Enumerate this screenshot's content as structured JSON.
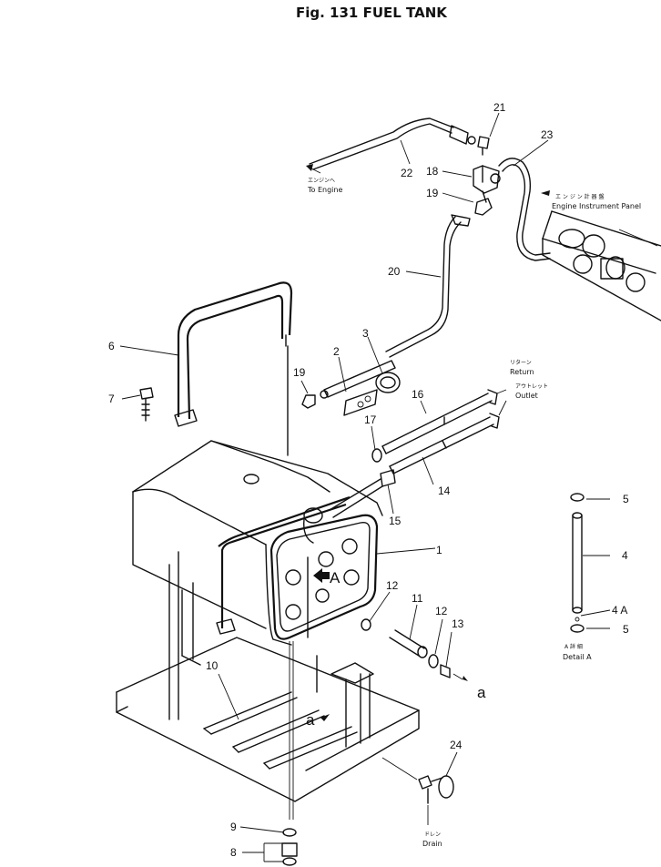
{
  "title": "Fig. 131   FUEL TANK",
  "part_numbers": {
    "p1": "1",
    "p2": "2",
    "p3": "3",
    "p4": "4",
    "p4a": "4 A",
    "p5a": "5",
    "p5b": "5",
    "p6": "6",
    "p7": "7",
    "p8": "8",
    "p9": "9",
    "p10": "10",
    "p11": "11",
    "p12a": "12",
    "p12b": "12",
    "p13": "13",
    "p14": "14",
    "p15": "15",
    "p16": "16",
    "p17": "17",
    "p18": "18",
    "p19a": "19",
    "p19b": "19",
    "p20": "20",
    "p21": "21",
    "p22": "22",
    "p23": "23",
    "p24": "24"
  },
  "labels": {
    "to_engine_jp": "エンジンへ",
    "to_engine": "To Engine",
    "engine_panel_jp": "エ ン ジ ン 計 器 盤",
    "engine_panel": "Engine Instrument Panel",
    "return_jp": "リターン",
    "return": "Return",
    "outlet_jp": "アウトレット",
    "outlet": "Outlet",
    "view_a": "A",
    "ref_a1": "a",
    "ref_a2": "a",
    "detail_a_jp": "A 詳 細",
    "detail_a": "Detail A",
    "drain_jp": "ドレン",
    "drain": "Drain"
  }
}
